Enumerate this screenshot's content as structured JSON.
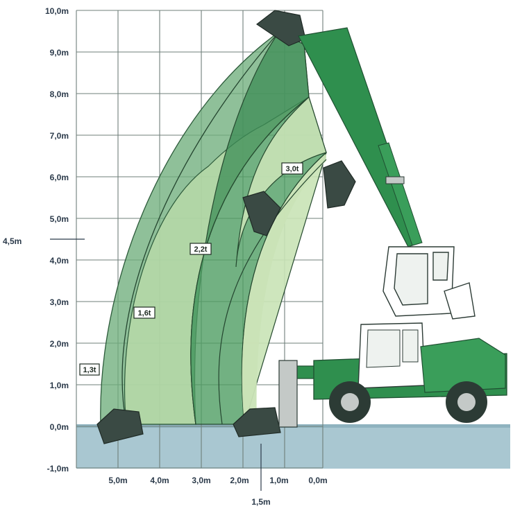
{
  "y_axis_labels": [
    "10,0m",
    "9,0m",
    "8,0m",
    "7,0m",
    "6,0m",
    "5,0m",
    "4,0m",
    "3,0m",
    "2,0m",
    "1,0m",
    "0,0m",
    "-1,0m"
  ],
  "x_axis_labels": [
    "5,0m",
    "4,0m",
    "3,0m",
    "2,0m",
    "1,0m",
    "0,0m"
  ],
  "marker_height_label": "4,5m",
  "marker_reach_label": "1,5m",
  "load_zones": [
    {
      "label": "1,3t",
      "color": "#5a9e6a"
    },
    {
      "label": "1,6t",
      "color": "#b7d9a8"
    },
    {
      "label": "2,2t",
      "color": "#3c8c55"
    },
    {
      "label": "3,0t",
      "color": "#c9e3b6"
    }
  ],
  "colors": {
    "ground_fill": "#a9c7d1",
    "grid_line": "#6f7f7a",
    "machine_green": "#2f8f4e",
    "machine_dark": "#2c3b35"
  }
}
